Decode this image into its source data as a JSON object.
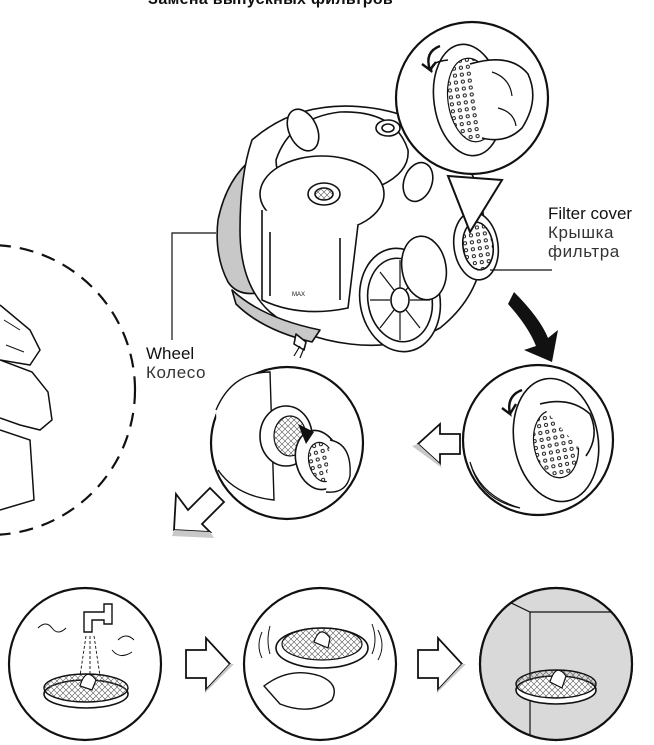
{
  "title": "Замена выпускных фильтров",
  "labels": {
    "filter_cover_en": "Filter cover",
    "filter_cover_ru_1": "Крышка",
    "filter_cover_ru_2": "фильтра",
    "wheel_en": "Wheel",
    "wheel_ru": "Колесо"
  },
  "icons": {
    "circle": "step-circle-icon",
    "arrow": "step-arrow-icon"
  },
  "colors": {
    "line": "#111111",
    "shade": "#c8c8c8",
    "panel": "#d9d9d9",
    "paper": "#ffffff"
  }
}
